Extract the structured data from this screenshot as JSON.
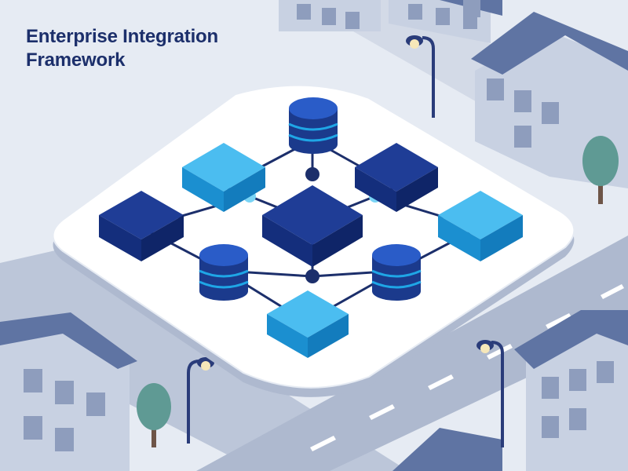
{
  "header": {
    "title_line1": "Enterprise Integration",
    "title_line2": "Framework"
  },
  "colors": {
    "background": "#e6ebf3",
    "road": "#aeb9cf",
    "building_wall": "#c8d1e2",
    "building_roof": "#5f74a3",
    "platform": "#ffffff",
    "dark_blue": "#1b3a8c",
    "light_blue": "#1fa6e6",
    "node_glow": "#7ad4f5",
    "connector": "#1c2f6b",
    "tree": "#5f9a94",
    "title": "#1c2f6b"
  },
  "diagram": {
    "nodes": [
      {
        "id": "db-top",
        "kind": "database",
        "tone": "dark"
      },
      {
        "id": "block-upper-left",
        "kind": "block",
        "tone": "light"
      },
      {
        "id": "block-upper-right",
        "kind": "block",
        "tone": "dark"
      },
      {
        "id": "block-left",
        "kind": "block",
        "tone": "dark"
      },
      {
        "id": "block-center",
        "kind": "block",
        "tone": "dark"
      },
      {
        "id": "block-right",
        "kind": "block",
        "tone": "light"
      },
      {
        "id": "db-left",
        "kind": "database",
        "tone": "dark"
      },
      {
        "id": "db-right",
        "kind": "database",
        "tone": "dark"
      },
      {
        "id": "block-bottom",
        "kind": "block",
        "tone": "light"
      }
    ]
  }
}
